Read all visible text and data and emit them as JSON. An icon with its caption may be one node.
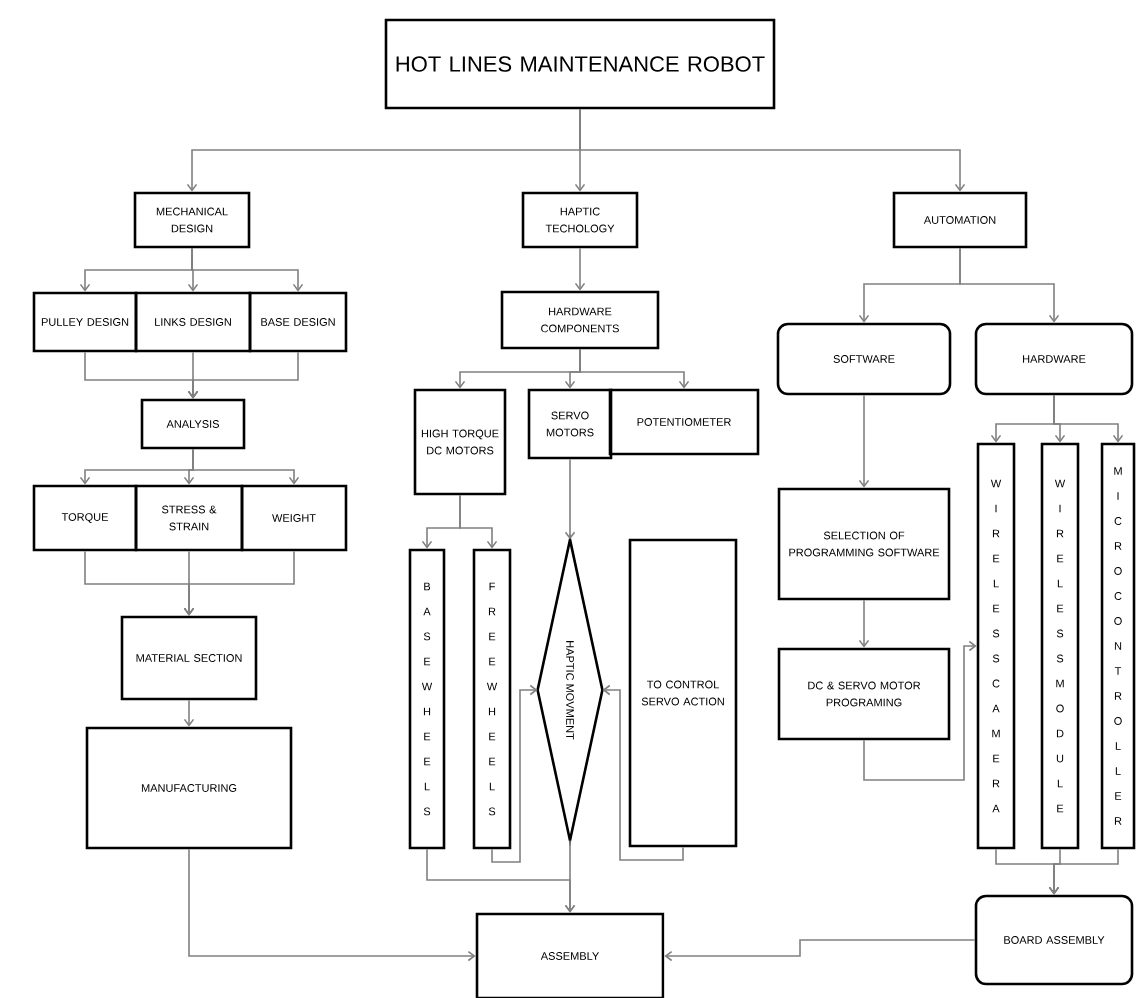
{
  "diagram": {
    "nodes": [
      {
        "text": [
          "HOT LINES MAINTENANCE ROBOT"
        ]
      },
      {
        "text": [
          "MECHANICAL DESIGN"
        ]
      },
      {
        "text": [
          "HAPTIC TECHOLOGY"
        ]
      },
      {
        "text": [
          "AUTOMATION"
        ]
      },
      {
        "text": [
          "PULLEY DESIGN"
        ]
      },
      {
        "text": [
          "LINKS DESIGN"
        ]
      },
      {
        "text": [
          "BASE DESIGN"
        ]
      },
      {
        "text": [
          "ANALYSIS"
        ]
      },
      {
        "text": [
          "TORQUE"
        ]
      },
      {
        "text": [
          "STRESS & STRAIN"
        ]
      },
      {
        "text": [
          "WEIGHT"
        ]
      },
      {
        "text": [
          "MATERIAL SECTION"
        ]
      },
      {
        "text": [
          "MANUFACTURING"
        ]
      },
      {
        "text": [
          "HARDWARE COMPONENTS"
        ]
      },
      {
        "text": [
          "HIGH TORQUE DC MOTORS"
        ]
      },
      {
        "text": [
          "SERVO MOTORS"
        ]
      },
      {
        "text": [
          "POTENTIOMETER"
        ]
      },
      {
        "text": [
          "BASE WHEELS"
        ]
      },
      {
        "text": [
          "FREE WHEELS"
        ]
      },
      {
        "text": [
          "HAPTIC MOVMENT"
        ]
      },
      {
        "text": [
          "TO CONTROL SERVO ACTION"
        ]
      },
      {
        "text": [
          "SOFTWARE"
        ]
      },
      {
        "text": [
          "HARDWARE"
        ]
      },
      {
        "text": [
          "SELECTION OF PROGRAMMING SOFTWARE"
        ]
      },
      {
        "text": [
          "DC & SERVO MOTOR PROGRAMING"
        ]
      },
      {
        "text": [
          "WIRELESS CAMERA"
        ]
      },
      {
        "text": [
          "WIRELESS MODULE"
        ]
      },
      {
        "text": [
          "MICROCONTROLLER"
        ]
      },
      {
        "text": [
          "ASSEMBLY"
        ]
      },
      {
        "text": [
          "BOARD ASSEMBLY"
        ]
      }
    ],
    "edges": [
      {
        "from": 0,
        "to": 1,
        "arrow": "to"
      },
      {
        "from": 0,
        "to": 2,
        "arrow": "to"
      },
      {
        "from": 0,
        "to": 3,
        "arrow": "to"
      },
      {
        "from": 1,
        "to": 4,
        "arrow": "to"
      },
      {
        "from": 1,
        "to": 5,
        "arrow": "to"
      },
      {
        "from": 1,
        "to": 6,
        "arrow": "to"
      },
      {
        "from": 4,
        "to": 7,
        "arrow": "to"
      },
      {
        "from": 5,
        "to": 7,
        "arrow": "to"
      },
      {
        "from": 6,
        "to": 7,
        "arrow": "to"
      },
      {
        "from": 7,
        "to": 8,
        "arrow": "to"
      },
      {
        "from": 7,
        "to": 9,
        "arrow": "to"
      },
      {
        "from": 7,
        "to": 10,
        "arrow": "to"
      },
      {
        "from": 8,
        "to": 11,
        "arrow": "to"
      },
      {
        "from": 9,
        "to": 11,
        "arrow": "to"
      },
      {
        "from": 10,
        "to": 11,
        "arrow": "to"
      },
      {
        "from": 11,
        "to": 12,
        "arrow": "to"
      },
      {
        "from": 12,
        "to": 28,
        "arrow": "to"
      },
      {
        "from": 2,
        "to": 13,
        "arrow": "to"
      },
      {
        "from": 13,
        "to": 14,
        "arrow": "to"
      },
      {
        "from": 13,
        "to": 15,
        "arrow": "to"
      },
      {
        "from": 13,
        "to": 16,
        "arrow": "to"
      },
      {
        "from": 14,
        "to": 17,
        "arrow": "to"
      },
      {
        "from": 14,
        "to": 18,
        "arrow": "to"
      },
      {
        "from": 15,
        "to": 19,
        "arrow": "to"
      },
      {
        "from": 18,
        "to": 19,
        "arrow": "to"
      },
      {
        "from": 20,
        "to": 19,
        "arrow": "to"
      },
      {
        "from": 17,
        "to": 28,
        "arrow": "to"
      },
      {
        "from": 19,
        "to": 28,
        "arrow": "to"
      },
      {
        "from": 3,
        "to": 21,
        "arrow": "to"
      },
      {
        "from": 3,
        "to": 22,
        "arrow": "to"
      },
      {
        "from": 21,
        "to": 23,
        "arrow": "to"
      },
      {
        "from": 23,
        "to": 24,
        "arrow": "to"
      },
      {
        "from": 24,
        "to": 25,
        "arrow": "to"
      },
      {
        "from": 22,
        "to": 25,
        "arrow": "to"
      },
      {
        "from": 22,
        "to": 26,
        "arrow": "to"
      },
      {
        "from": 22,
        "to": 27,
        "arrow": "to"
      },
      {
        "from": 25,
        "to": 29,
        "arrow": "to"
      },
      {
        "from": 26,
        "to": 29,
        "arrow": "to"
      },
      {
        "from": 27,
        "to": 29,
        "arrow": "to"
      },
      {
        "from": 29,
        "to": 28,
        "arrow": "to"
      }
    ]
  }
}
